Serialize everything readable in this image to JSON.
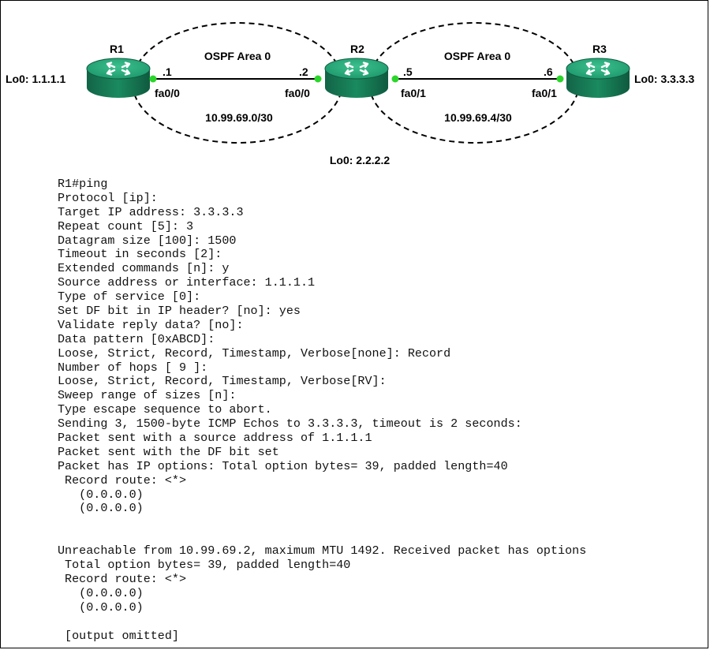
{
  "topology": {
    "routers": [
      {
        "name": "R1",
        "loopback": "Lo0: 1.1.1.1"
      },
      {
        "name": "R2",
        "loopback": "Lo0: 2.2.2.2"
      },
      {
        "name": "R3",
        "loopback": "Lo0: 3.3.3.3"
      }
    ],
    "areas": [
      {
        "label": "OSPF Area 0",
        "subnet": "10.99.69.0/30"
      },
      {
        "label": "OSPF Area 0",
        "subnet": "10.99.69.4/30"
      }
    ],
    "links": [
      {
        "left_host": ".1",
        "left_if": "fa0/0",
        "right_host": ".2",
        "right_if": "fa0/0"
      },
      {
        "left_host": ".5",
        "left_if": "fa0/1",
        "right_host": ".6",
        "right_if": "fa0/1"
      }
    ],
    "colors": {
      "router": "#1f9a6e",
      "router_dark": "#126447",
      "interface_dot": "#2bd62b"
    }
  },
  "console": {
    "lines": [
      "R1#ping",
      "Protocol [ip]:",
      "Target IP address: 3.3.3.3",
      "Repeat count [5]: 3",
      "Datagram size [100]: 1500",
      "Timeout in seconds [2]:",
      "Extended commands [n]: y",
      "Source address or interface: 1.1.1.1",
      "Type of service [0]:",
      "Set DF bit in IP header? [no]: yes",
      "Validate reply data? [no]:",
      "Data pattern [0xABCD]:",
      "Loose, Strict, Record, Timestamp, Verbose[none]: Record",
      "Number of hops [ 9 ]:",
      "Loose, Strict, Record, Timestamp, Verbose[RV]:",
      "Sweep range of sizes [n]:",
      "Type escape sequence to abort.",
      "Sending 3, 1500-byte ICMP Echos to 3.3.3.3, timeout is 2 seconds:",
      "Packet sent with a source address of 1.1.1.1",
      "Packet sent with the DF bit set",
      "Packet has IP options: Total option bytes= 39, padded length=40",
      " Record route: <*>",
      "   (0.0.0.0)",
      "   (0.0.0.0)",
      "",
      "",
      "Unreachable from 10.99.69.2, maximum MTU 1492. Received packet has options",
      " Total option bytes= 39, padded length=40",
      " Record route: <*>",
      "   (0.0.0.0)",
      "   (0.0.0.0)",
      "",
      " [output omitted]"
    ]
  }
}
